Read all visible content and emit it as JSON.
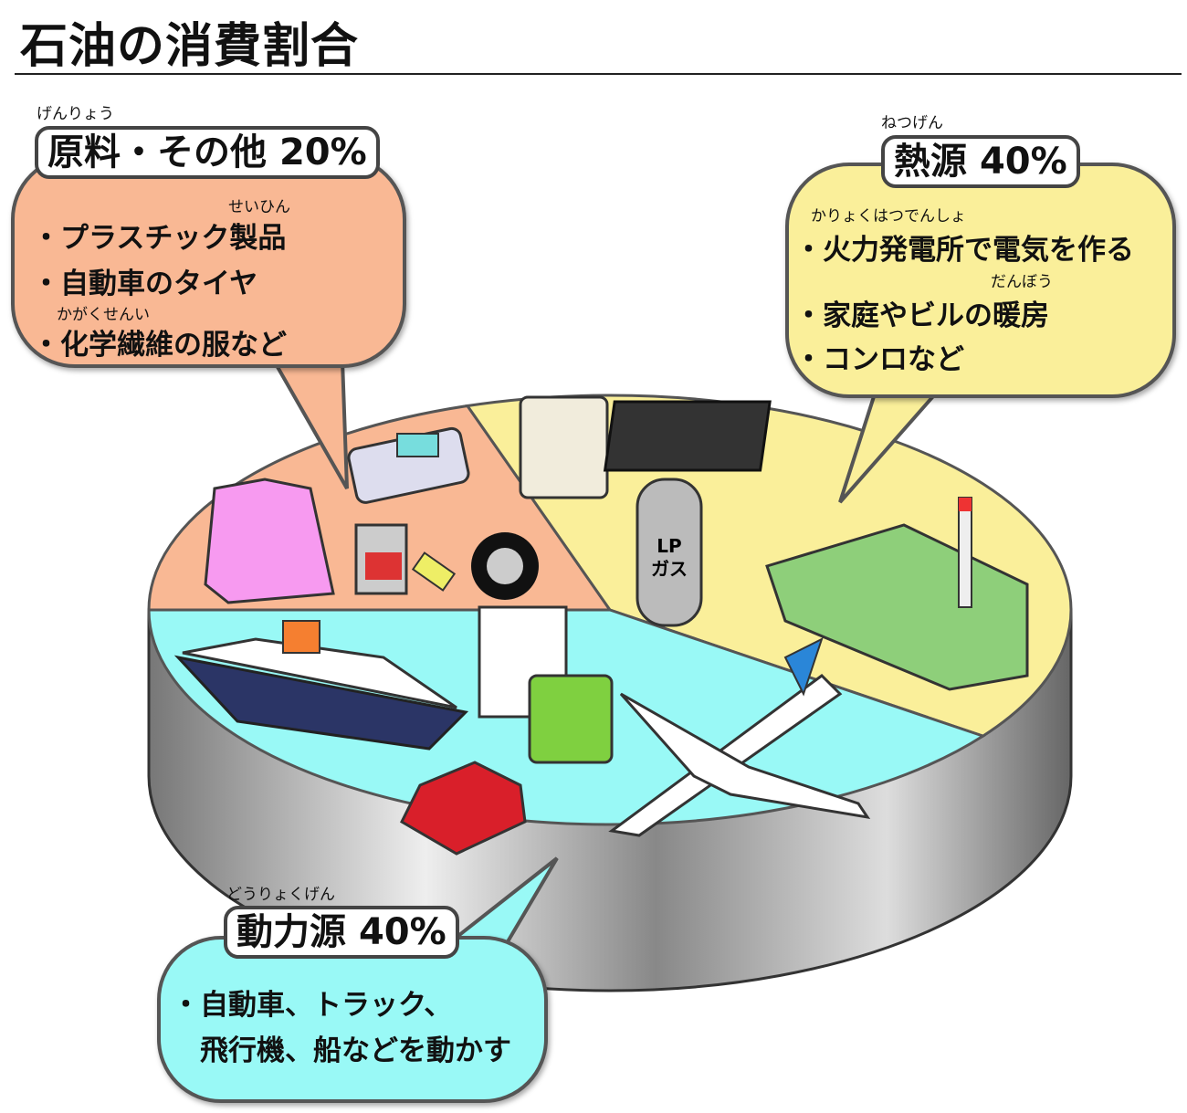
{
  "title": "石油の消費割合",
  "chart_data": {
    "type": "pie",
    "title": "石油の消費割合",
    "slices": [
      {
        "label": "原料・その他",
        "ruby": "げんりょう",
        "value": 20,
        "value_label": "20%",
        "color": "#f9b894",
        "items": [
          {
            "text": "・プラスチック製品",
            "ruby": "せいひん"
          },
          {
            "text": "・自動車のタイヤ",
            "ruby": ""
          },
          {
            "text": "・化学繊維の服など",
            "ruby": "かがくせんい"
          }
        ]
      },
      {
        "label": "熱源",
        "ruby": "ねつげん",
        "value": 40,
        "value_label": "40%",
        "color": "#faef9a",
        "items": [
          {
            "text": "・火力発電所で電気を作る",
            "ruby": "かりょくはつでんしょ"
          },
          {
            "text": "・家庭やビルの暖房",
            "ruby": "だんぼう"
          },
          {
            "text": "・コンロなど",
            "ruby": ""
          }
        ]
      },
      {
        "label": "動力源",
        "ruby": "どうりょくげん",
        "value": 40,
        "value_label": "40%",
        "color": "#99f9f6",
        "items": [
          {
            "text": "・自動車、トラック、",
            "ruby": ""
          },
          {
            "text": "　飛行機、船などを動かす",
            "ruby": ""
          }
        ]
      }
    ],
    "icon_labels": {
      "lp_gas": "LP\nガス"
    }
  }
}
